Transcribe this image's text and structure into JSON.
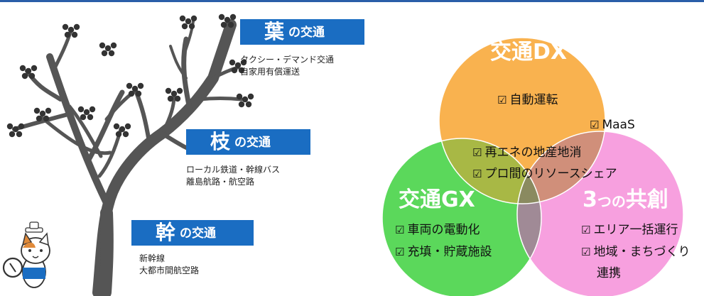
{
  "tree": {
    "leaf": {
      "main": "葉",
      "suffix": "の交通",
      "lines": [
        "タクシー・デマンド交通",
        "自家用有償運送"
      ]
    },
    "branch": {
      "main": "枝",
      "suffix": "の交通",
      "lines": [
        "ローカル鉄道・幹線バス",
        "離島航路・航空路"
      ]
    },
    "trunk": {
      "main": "幹",
      "suffix": "の交通",
      "lines": [
        "新幹線",
        "大都市間航空路"
      ]
    }
  },
  "venn": {
    "checkbox": "☑",
    "dx": {
      "title": "交通DX",
      "items": [
        "自動運転"
      ]
    },
    "gx": {
      "title": "交通GX",
      "items": [
        "車両の電動化",
        "充填・貯蔵施設"
      ]
    },
    "cosou": {
      "num": "3",
      "small": "つの",
      "title": "共創",
      "items": [
        "エリア一括運行",
        "地域・まちづくり"
      ],
      "extra": "連携"
    },
    "dx_cosou": "MaaS",
    "dx_gx": [
      "再エネの地産地消",
      "プロ間のリソースシェア"
    ]
  },
  "colors": {
    "banner": "#1a6dc2",
    "tree": "#555555",
    "dx_circle": "#f9b24f",
    "gx_circle": "#5bd85b",
    "cosou_circle": "#f7a0df",
    "overlap_dx_gx": "#a8b845",
    "overlap_dx_cosou": "#d08f7a",
    "overlap_gx_cosou": "#a08a96",
    "overlap_center": "#8a8a60"
  },
  "icons": [
    "flower-cluster-icon",
    "cat-mascot-icon",
    "checkbox-icon"
  ]
}
